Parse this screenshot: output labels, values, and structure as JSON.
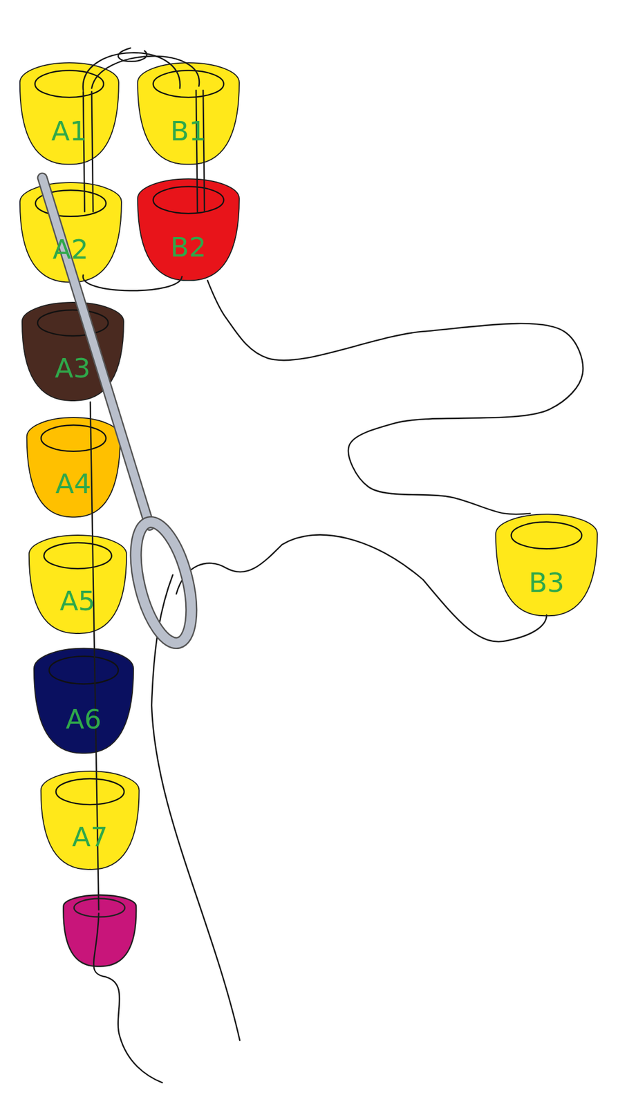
{
  "diagram": {
    "nodes": [
      {
        "text": [
          "A1"
        ]
      },
      {
        "text": [
          "B1"
        ]
      },
      {
        "text": [
          "A2"
        ]
      },
      {
        "text": [
          "B2"
        ]
      },
      {
        "text": [
          "A3"
        ]
      },
      {
        "text": [
          "A4"
        ]
      },
      {
        "text": [
          "B3"
        ]
      },
      {
        "text": [
          "A5"
        ]
      },
      {
        "text": [
          "A6"
        ]
      },
      {
        "text": [
          "A7"
        ]
      }
    ],
    "edges": [
      {
        "from": 3,
        "to": 6,
        "arrow": "none"
      }
    ]
  }
}
